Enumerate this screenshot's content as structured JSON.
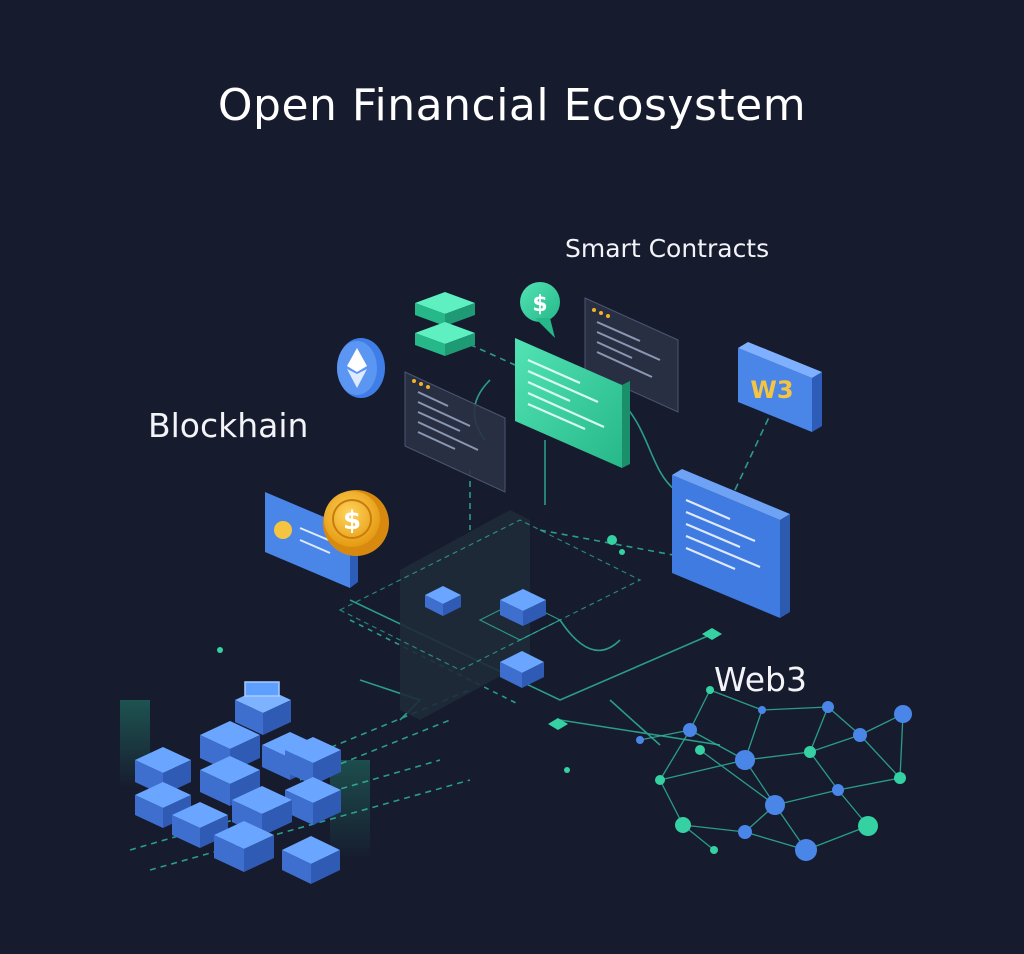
{
  "title": "Open Financial Ecosystem",
  "labels": {
    "smart_contracts": "Smart Contracts",
    "blockchain": "Blockhain",
    "web3": "Web3"
  },
  "icons": {
    "ethereum": "ethereum-icon",
    "dollar_bubble": "dollar-chat-icon",
    "coin": "dollar-coin-icon",
    "web3_badge_text": "W3"
  },
  "colors": {
    "background": "#161b2e",
    "accent_green": "#35d1a2",
    "accent_blue": "#4a86e8",
    "coin_gold": "#f5b323",
    "line_teal": "#2fb39a"
  }
}
